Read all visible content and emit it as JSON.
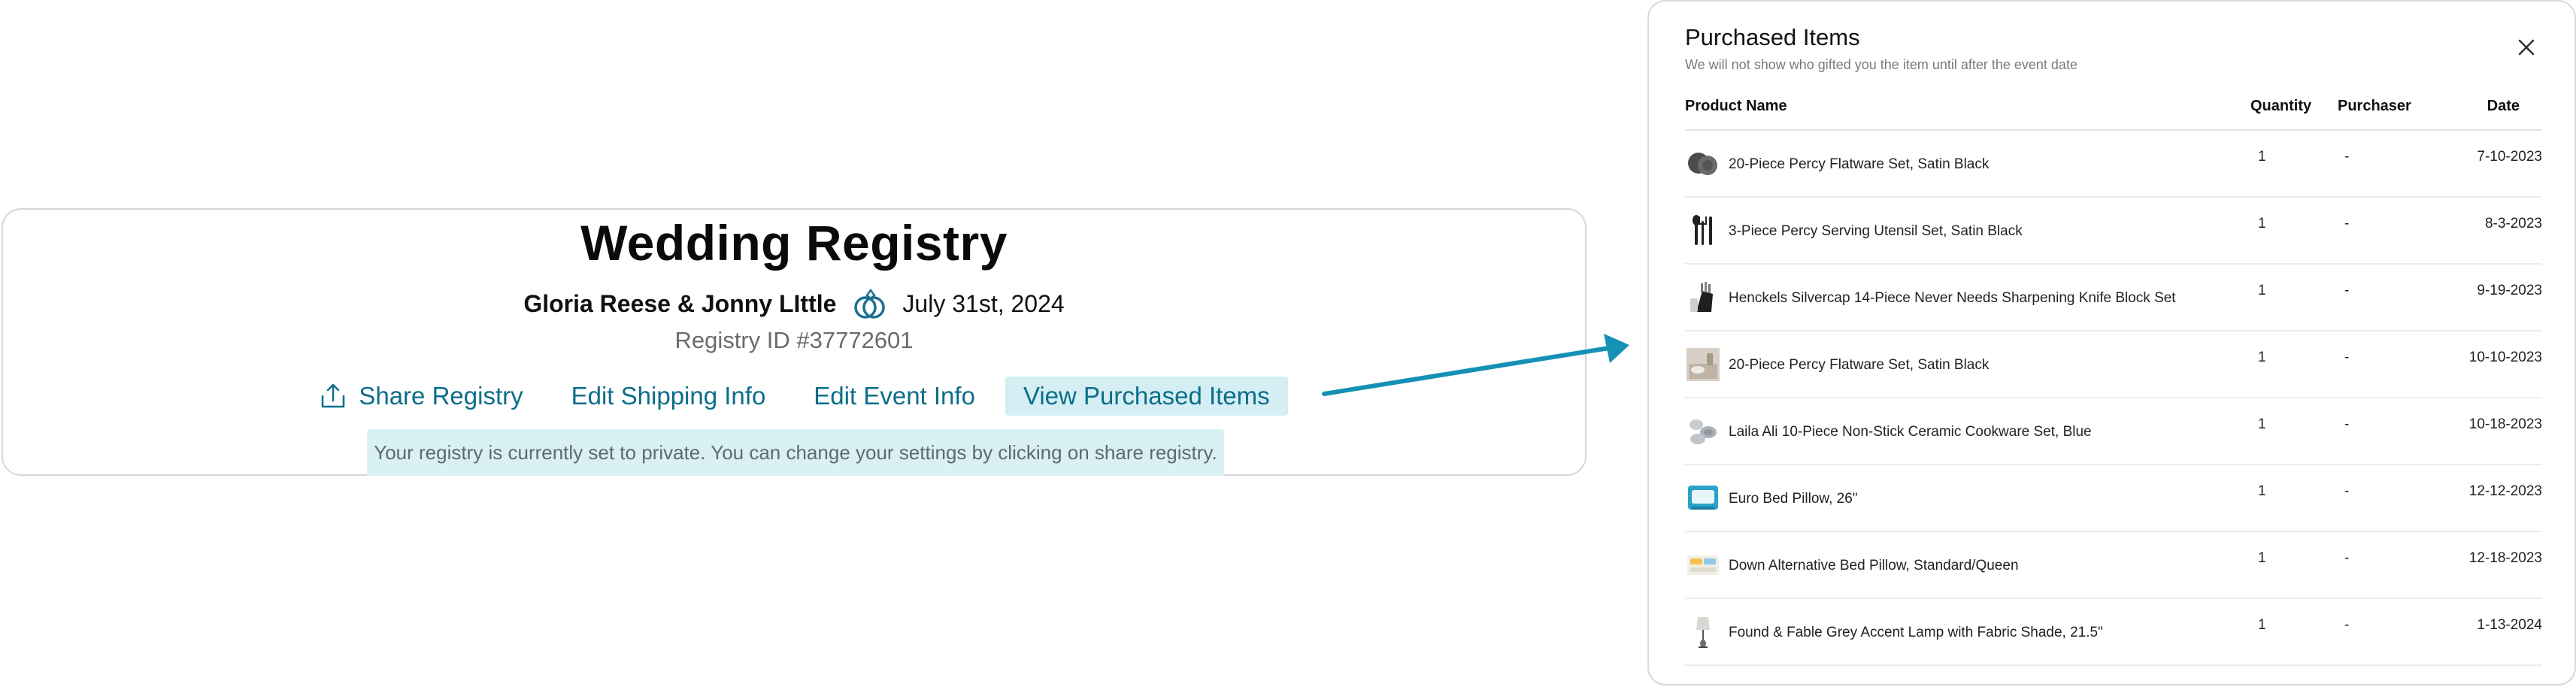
{
  "registry": {
    "title": "Wedding Registry",
    "couple": "Gloria Reese & Jonny LIttle",
    "date": "July 31st, 2024",
    "registry_id": "Registry ID #37772601",
    "actions": {
      "share": "Share Registry",
      "edit_shipping": "Edit Shipping Info",
      "edit_event": "Edit Event Info",
      "view_purchased": "View Purchased Items"
    },
    "notice": "Your registry is currently set to private. You can change your settings by clicking on share registry."
  },
  "panel": {
    "title": "Purchased Items",
    "subtitle": "We will not show who gifted you the item until after the event date",
    "headers": {
      "product": "Product Name",
      "quantity": "Quantity",
      "purchaser": "Purchaser",
      "date": "Date"
    },
    "rows": [
      {
        "name": "20-Piece Percy Flatware Set, Satin Black",
        "quantity": "1",
        "purchaser": "-",
        "date": "7-10-2023",
        "icon": "dish-icon"
      },
      {
        "name": "3-Piece Percy Serving Utensil Set, Satin Black",
        "quantity": "1",
        "purchaser": "-",
        "date": "8-3-2023",
        "icon": "utensils-icon"
      },
      {
        "name": "Henckels Silvercap 14-Piece Never Needs Sharpening Knife Block Set",
        "quantity": "1",
        "purchaser": "-",
        "date": "9-19-2023",
        "icon": "knife-block-icon"
      },
      {
        "name": "20-Piece Percy Flatware Set, Satin Black",
        "quantity": "1",
        "purchaser": "-",
        "date": "10-10-2023",
        "icon": "flatware-photo-icon"
      },
      {
        "name": "Laila Ali 10-Piece Non-Stick Ceramic Cookware Set, Blue",
        "quantity": "1",
        "purchaser": "-",
        "date": "10-18-2023",
        "icon": "cookware-icon"
      },
      {
        "name": "Euro Bed Pillow, 26\"",
        "quantity": "1",
        "purchaser": "-",
        "date": "12-12-2023",
        "icon": "pillow-icon"
      },
      {
        "name": "Down Alternative Bed Pillow, Standard/Queen",
        "quantity": "1",
        "purchaser": "-",
        "date": "12-18-2023",
        "icon": "pillow-pack-icon"
      },
      {
        "name": "Found & Fable Grey Accent Lamp with Fabric Shade, 21.5\"",
        "quantity": "1",
        "purchaser": "-",
        "date": "1-13-2024",
        "icon": "lamp-icon"
      }
    ]
  },
  "colors": {
    "link": "#0b6d8a",
    "active_bg": "#d4eef3",
    "notice_bg": "#d9f1f4",
    "arrow": "#1591b5"
  }
}
